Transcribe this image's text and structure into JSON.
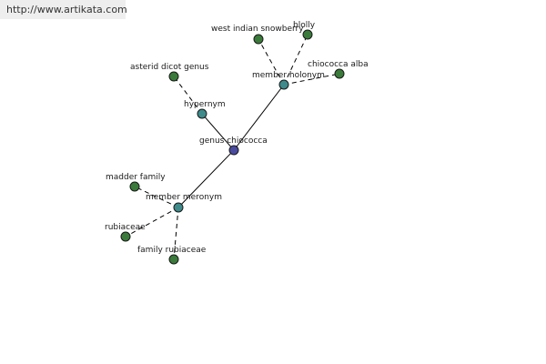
{
  "header": {
    "url": "http://www.artikata.com"
  },
  "graph": {
    "colors": {
      "center": "#4a4a9e",
      "hub": "#3f8a8a",
      "leaf": "#3a7a3a"
    },
    "nodes": {
      "genus_chiococca": {
        "label": "genus chiococca",
        "kind": "center"
      },
      "hypernym": {
        "label": "hypernym",
        "kind": "hub"
      },
      "member_holonym": {
        "label": "member holonym",
        "kind": "hub"
      },
      "member_meronym": {
        "label": "member meronym",
        "kind": "hub"
      },
      "asterid_dicot_genus": {
        "label": "asterid dicot genus",
        "kind": "leaf"
      },
      "west_indian_snowberry": {
        "label": "west indian snowberry",
        "kind": "leaf"
      },
      "blolly": {
        "label": "blolly",
        "kind": "leaf"
      },
      "chiococca_alba": {
        "label": "chiococca alba",
        "kind": "leaf"
      },
      "madder_family": {
        "label": "madder family",
        "kind": "leaf"
      },
      "rubiaceae": {
        "label": "rubiaceae",
        "kind": "leaf"
      },
      "family_rubiaceae": {
        "label": "family rubiaceae",
        "kind": "leaf"
      }
    },
    "edges": [
      {
        "from": "genus_chiococca",
        "to": "hypernym",
        "style": "solid"
      },
      {
        "from": "genus_chiococca",
        "to": "member_holonym",
        "style": "solid"
      },
      {
        "from": "genus_chiococca",
        "to": "member_meronym",
        "style": "solid"
      },
      {
        "from": "hypernym",
        "to": "asterid_dicot_genus",
        "style": "dashed"
      },
      {
        "from": "member_holonym",
        "to": "west_indian_snowberry",
        "style": "dashed"
      },
      {
        "from": "member_holonym",
        "to": "blolly",
        "style": "dashed"
      },
      {
        "from": "member_holonym",
        "to": "chiococca_alba",
        "style": "dashed"
      },
      {
        "from": "member_meronym",
        "to": "madder_family",
        "style": "dashed"
      },
      {
        "from": "member_meronym",
        "to": "rubiaceae",
        "style": "dashed"
      },
      {
        "from": "member_meronym",
        "to": "family_rubiaceae",
        "style": "dashed"
      }
    ]
  }
}
